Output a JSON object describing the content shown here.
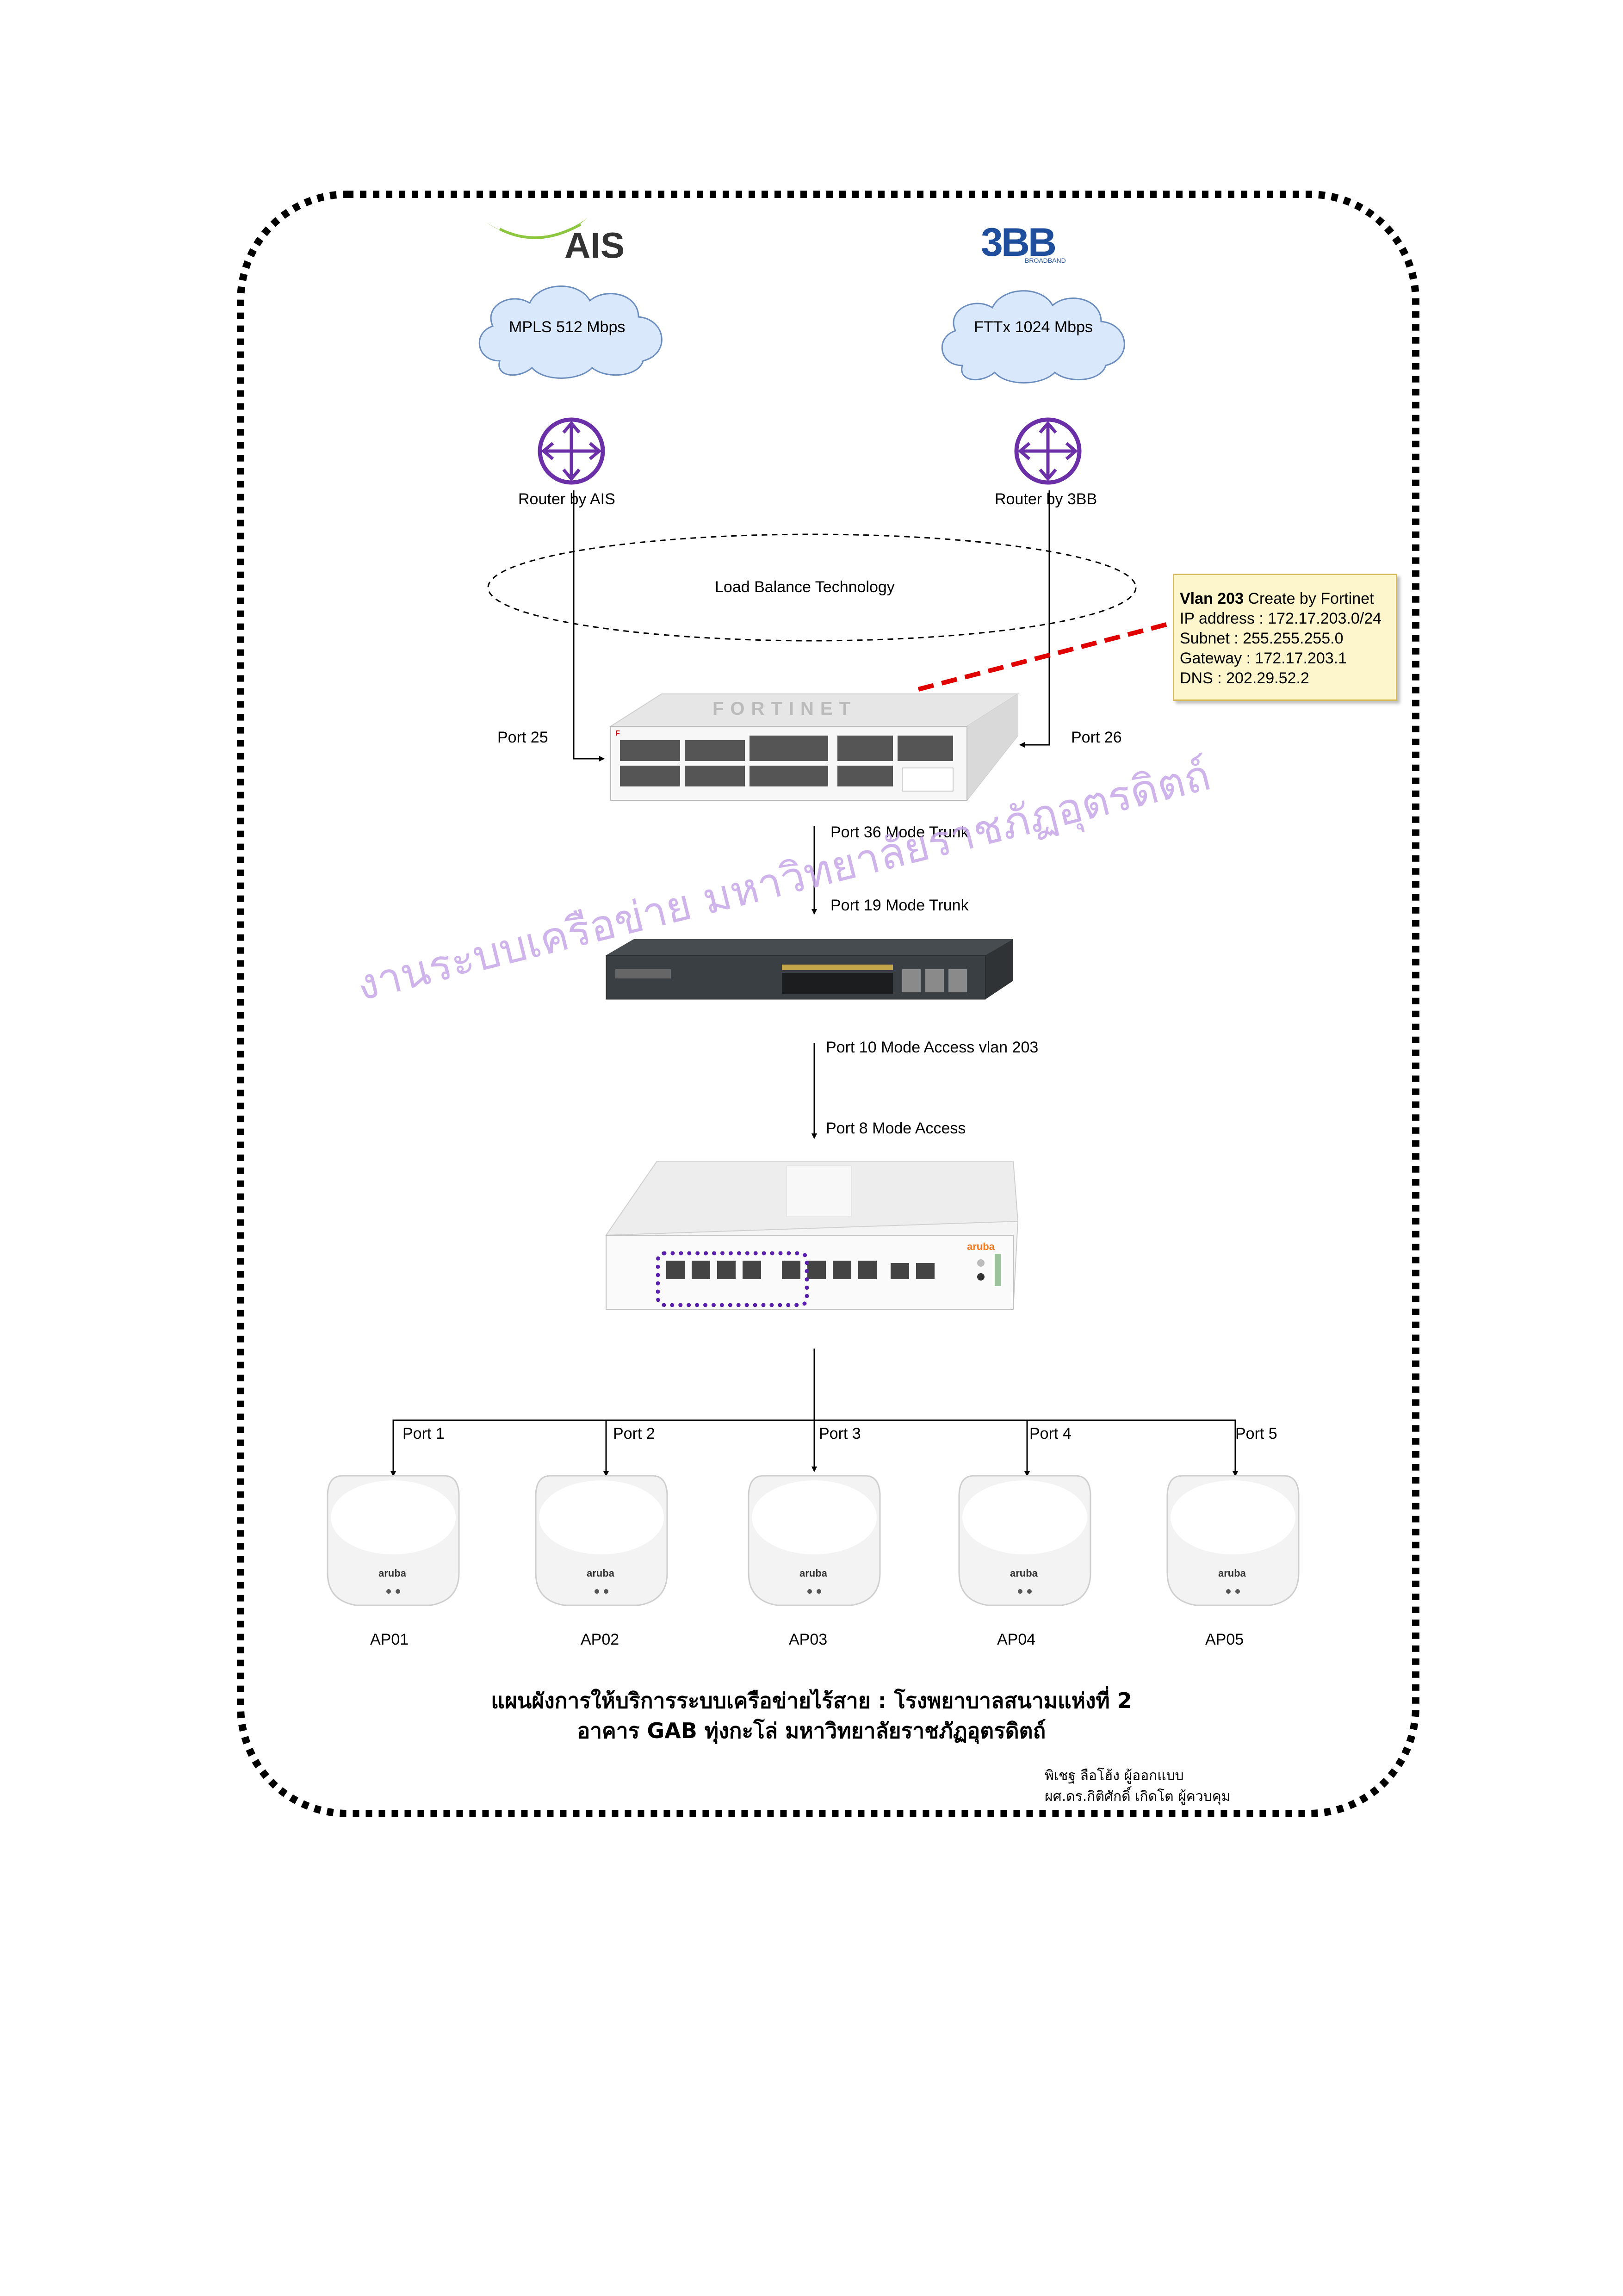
{
  "providers": {
    "ais": {
      "logo_text": "AIS",
      "cloud_label": "MPLS 512 Mbps",
      "router_label": "Router by AIS",
      "port_label": "Port 25"
    },
    "bb": {
      "logo_text": "3BB",
      "logo_sub": "BROADBAND",
      "cloud_label": "FTTx 1024 Mbps",
      "router_label": "Router by 3BB",
      "port_label": "Port 26"
    }
  },
  "load_balance_label": "Load Balance Technology",
  "vlan_note": {
    "title_bold": "Vlan 203",
    "title_rest": " Create by Fortinet",
    "lines": [
      "IP address : 172.17.203.0/24",
      "Subnet : 255.255.255.0",
      "Gateway : 172.17.203.1",
      "DNS : 202.29.52.2"
    ]
  },
  "firewall": {
    "brand": "FORTINET"
  },
  "links": {
    "fw_out": "Port 36 Mode Trunk",
    "core_in": "Port 19 Mode Trunk",
    "core_out": "Port 10 Mode Access vlan 203",
    "access_in": "Port 8 Mode Access"
  },
  "access_switch": {
    "brand": "aruba"
  },
  "ap_ports": [
    "Port 1",
    "Port 2",
    "Port 3",
    "Port 4",
    "Port 5"
  ],
  "aps": [
    "AP01",
    "AP02",
    "AP03",
    "AP04",
    "AP05"
  ],
  "ap_brand": "aruba",
  "watermark": "งานระบบเครือข่าย มหาวิทยาลัยราชภัฏอุตรดิตถ์",
  "title_line1": "แผนผังการให้บริการระบบเครือข่ายไร้สาย : โรงพยาบาลสนามแห่งที่ 2",
  "title_line2": "อาคาร GAB ทุ่งกะโล่ มหาวิทยาลัยราชภัฏอุตรดิตถ์",
  "credit_line1": "พิเชฐ  ลือโฮ้ง   ผู้ออกแบบ",
  "credit_line2": "ผศ.ดร.กิติศักดิ์ เกิดโต ผู้ควบคุม",
  "colors": {
    "ais_green": "#8dc63f",
    "bb_blue": "#1f4e9c",
    "bb_orange": "#f47a20",
    "router_purple": "#6b2fa7",
    "note_bg": "#fdf5cc",
    "note_border": "#d6b656",
    "red_link": "#e00000",
    "highlight": "#5b1fb0",
    "watermark": "#c6a8e8"
  }
}
